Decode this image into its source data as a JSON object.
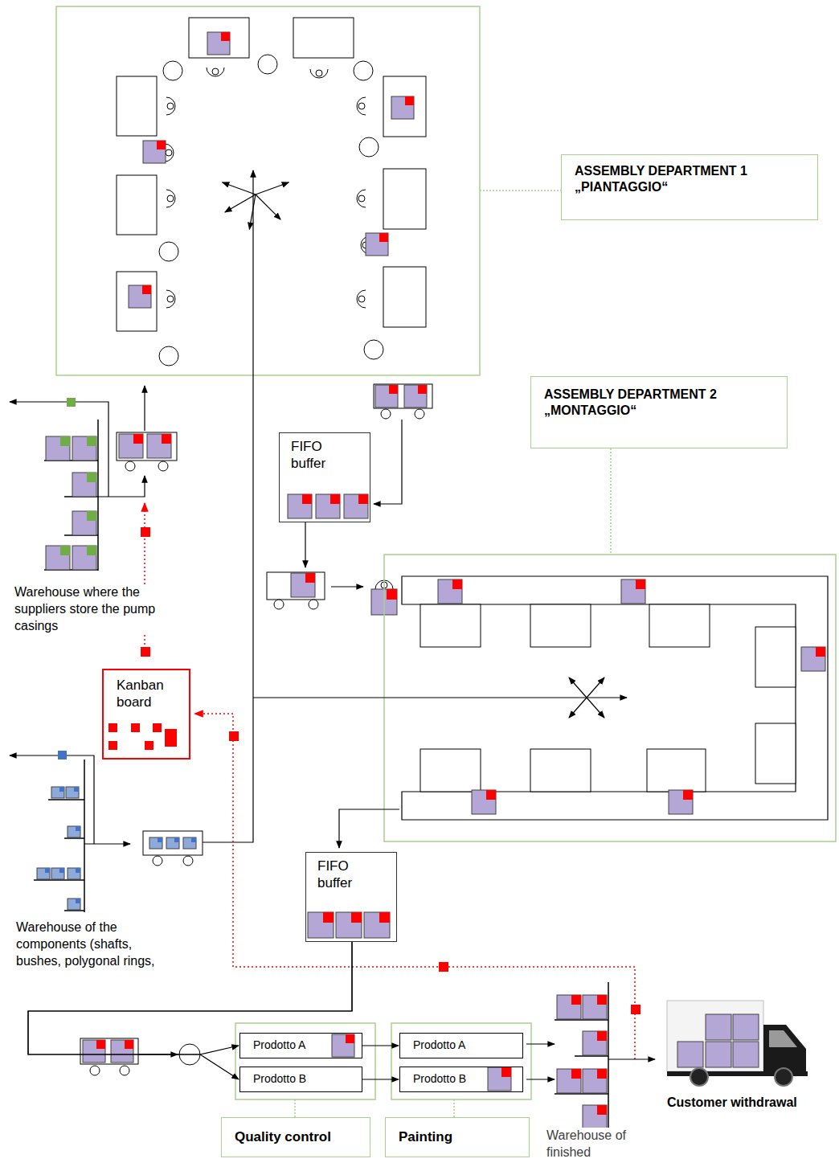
{
  "diagram": {
    "nodes": [
      {
        "text": [
          "ASSEMBLY DEPARTMENT 1 „PIANTAGGIO“"
        ]
      },
      {
        "text": [
          "FIFO buffer"
        ]
      },
      {
        "text": [
          "ASSEMBLY DEPARTMENT 2 „MONTAGGIO“"
        ]
      },
      {
        "text": [
          "Kanban board"
        ]
      },
      {
        "text": [
          "FIFO buffer"
        ]
      },
      {
        "text": [
          "Prodotto A"
        ]
      },
      {
        "text": [
          "Prodotto B"
        ]
      },
      {
        "text": [
          "Prodotto A"
        ]
      },
      {
        "text": [
          "Prodotto B"
        ]
      },
      {
        "text": [
          "Quality control"
        ]
      },
      {
        "text": [
          "Painting"
        ]
      }
    ],
    "edges": [
      {
        "from": 4,
        "to": 5,
        "arrow": "to"
      },
      {
        "from": 4,
        "to": 6,
        "arrow": "to"
      },
      {
        "from": 5,
        "to": 7,
        "arrow": "to"
      },
      {
        "from": 6,
        "to": 8,
        "arrow": "to"
      }
    ],
    "labels": [
      "Warehouse where the suppliers store the pump casings",
      "Warehouse of the components (shafts, bushes, polygonal rings,",
      "Warehouse of finished",
      "Customer withdrawal"
    ]
  }
}
